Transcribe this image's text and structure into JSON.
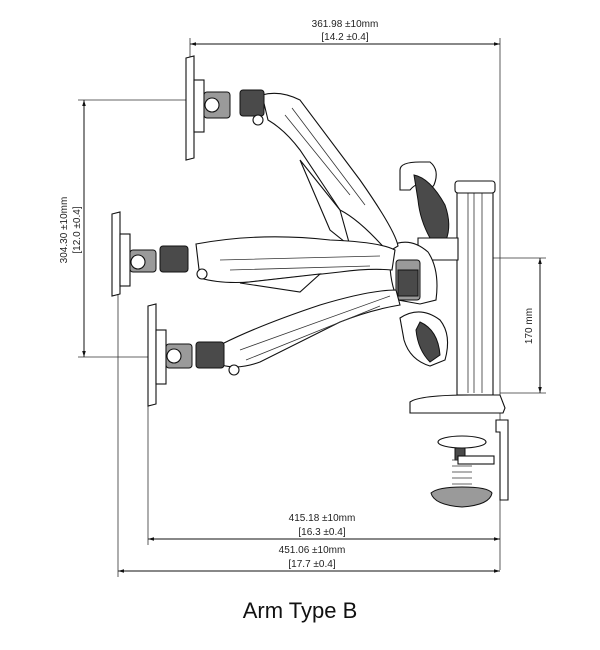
{
  "dimensions": {
    "top_width": {
      "value": "361.98 ±10mm",
      "inches": "[14.2 ±0.4]"
    },
    "vertical_height": {
      "value": "304.30 ±10mm",
      "inches": "[12.0 ±0.4]"
    },
    "pole_height": {
      "value": "170 mm"
    },
    "lower_width": {
      "value": "415.18 ±10mm",
      "inches": "[16.3 ±0.4]"
    },
    "bottom_width": {
      "value": "451.06 ±10mm",
      "inches": "[17.7 ±0.4]"
    }
  },
  "caption": "Arm Type B"
}
